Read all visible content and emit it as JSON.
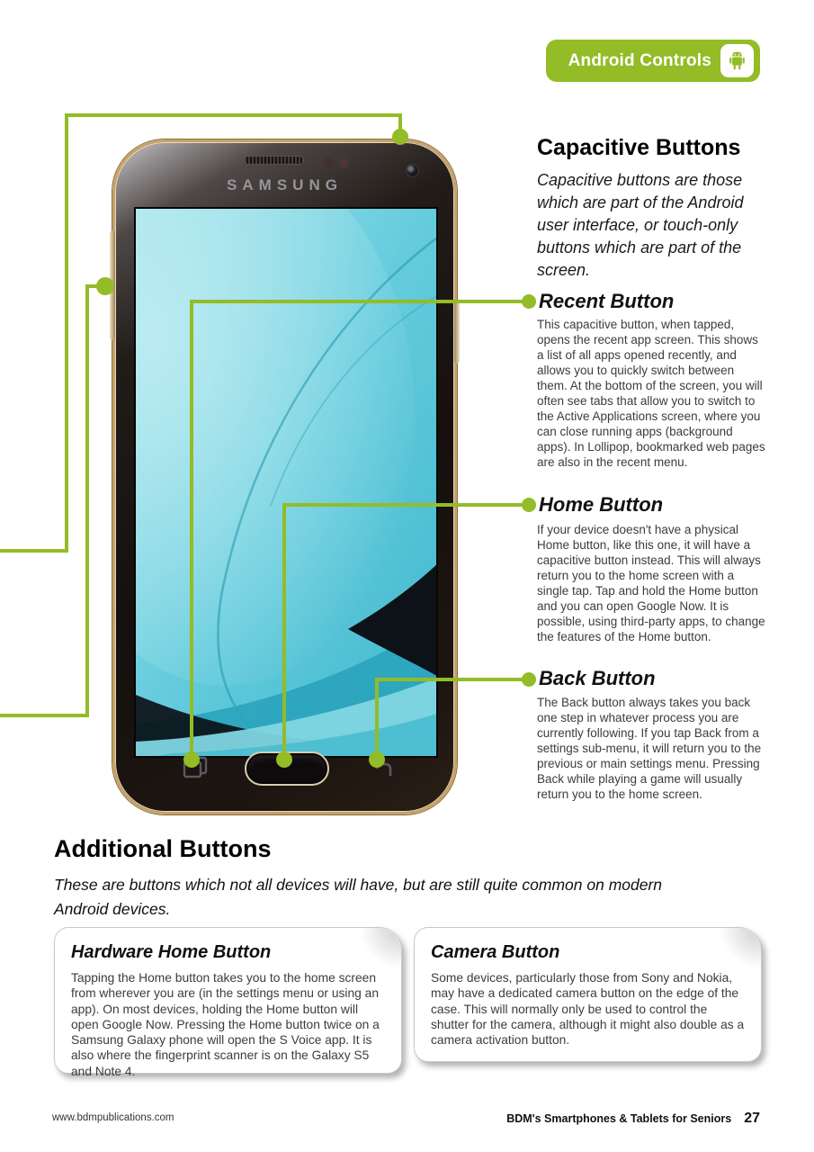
{
  "colors": {
    "accent": "#93bc26",
    "frame_gold": "#c6a36b",
    "screen_teal": "#5ec7d8"
  },
  "badge": {
    "label": "Android Controls",
    "icon": "android-robot-icon"
  },
  "phone": {
    "brand": "SAMSUNG"
  },
  "capacitive": {
    "title": "Capacitive Buttons",
    "intro": "Capacitive buttons are those which are part of the Android user interface, or touch-only buttons which are part of the screen."
  },
  "items": [
    {
      "title": "Recent Button",
      "body": "This capacitive button, when tapped, opens the recent app screen. This shows a list of all apps opened recently, and allows you to quickly switch between them. At the bottom of the screen, you will often see tabs that allow you to switch to the Active Applications screen, where you can close running apps (background apps). In Lollipop, bookmarked web pages are also in the recent menu."
    },
    {
      "title": "Home Button",
      "body": "If your device doesn't have a physical Home button, like this one, it will have a capacitive button instead. This will always return you to the home screen with a single tap. Tap and hold the Home button and you can open Google Now. It is possible, using third-party apps, to change the features of the Home button."
    },
    {
      "title": "Back Button",
      "body": "The Back button always takes you back one step in whatever process you are currently following. If you tap Back from a settings sub-menu, it will return you to the previous or main settings menu. Pressing Back while playing a game will usually return you to the home screen."
    }
  ],
  "additional": {
    "title": "Additional Buttons",
    "intro": "These are buttons which not all devices will have, but are still quite common on modern Android devices.",
    "boxes": [
      {
        "title": "Hardware Home Button",
        "body": "Tapping the Home button takes you to the home screen from wherever you are (in the settings menu or using an app). On most devices, holding the Home button will open Google Now. Pressing the Home button twice on a Samsung Galaxy phone will open the S Voice app. It is also where the fingerprint scanner is on the Galaxy S5 and Note 4."
      },
      {
        "title": "Camera Button",
        "body": "Some devices, particularly those from Sony and Nokia, may have a dedicated camera button on the edge of the case. This will normally only be used to control the shutter for the camera, although it might also double as a camera activation button."
      }
    ]
  },
  "footer": {
    "left": "www.bdmpublications.com",
    "right": "BDM's Smartphones & Tablets for Seniors",
    "page": "27"
  }
}
